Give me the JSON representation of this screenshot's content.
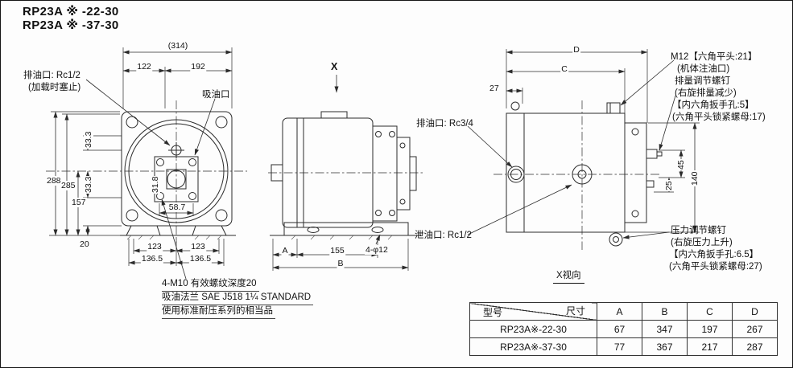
{
  "page": {
    "title_line1": "RP23A ※ -22-30",
    "title_line2": "RP23A ※ -37-30"
  },
  "front_view": {
    "dim_overall": "(314)",
    "dim_left": "122",
    "dim_right": "192",
    "label_drain_port": "排油口: Rc1/2",
    "label_drain_note": "(加载时塞止)",
    "label_suction_port": "吸油口",
    "dim_height_overall": "288",
    "dim_height_body": "285",
    "dim_height_center": "157",
    "dim_offset_top": "33.3",
    "dim_offset_bottom": "33.3",
    "dim_foot_height": "20",
    "dim_hub_width": "31.8",
    "dim_hub_span": "58.7",
    "dim_bolt_left": "123",
    "dim_bolt_right": "123",
    "dim_base_left": "136.5",
    "dim_base_right": "136.5",
    "note_line1": "4-M10 有效螺纹深度20",
    "note_line2": "吸油法兰 SAE J518 1¼ STANDARD",
    "note_line3": "使用标准耐压系列的相当品"
  },
  "side_view": {
    "view_marker": "X",
    "dim_a": "A",
    "dim_155": "155",
    "dim_b": "B",
    "label_holes": "4-φ12"
  },
  "x_view": {
    "dim_d": "D",
    "dim_c": "C",
    "dim_27": "27",
    "label_m12": "M12【六角平头:21】",
    "label_fill_port": "(机体注油口)",
    "label_disp_screw": "排量调节螺钉",
    "label_disp_screw_note": "(右旋排量减少)",
    "label_hex_socket_5": "【内六角扳手孔:5】",
    "label_lock_nut_17": "(六角平头锁紧螺母:17)",
    "label_drain_port": "排油口: Rc3/4",
    "label_leak_port": "泄油口: Rc1/2",
    "dim_45": "45",
    "dim_25": "25",
    "dim_140": "140",
    "label_pressure_screw": "压力调节螺钉",
    "label_pressure_screw_note": "(右旋压力上升)",
    "label_hex_socket_65": "【内六角扳手孔:6.5】",
    "label_lock_nut_27": "(六角平头锁紧螺母:27)",
    "label_view_direction": "X视向"
  },
  "table": {
    "header_model": "型号",
    "header_dim": "尺寸",
    "columns": [
      "A",
      "B",
      "C",
      "D"
    ],
    "rows": [
      {
        "model": "RP23A※-22-30",
        "a": "67",
        "b": "347",
        "c": "197",
        "d": "267"
      },
      {
        "model": "RP23A※-37-30",
        "a": "77",
        "b": "367",
        "c": "217",
        "d": "287"
      }
    ]
  }
}
